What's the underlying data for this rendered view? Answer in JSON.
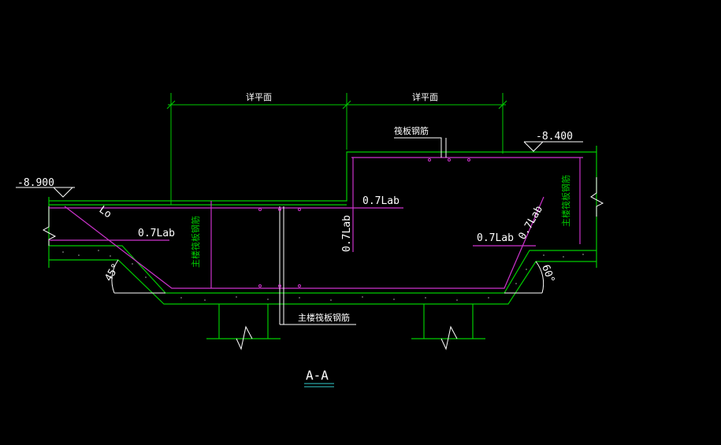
{
  "colors": {
    "background": "#000000",
    "green": "#00cc00",
    "magenta": "#cc33cc",
    "white": "#ffffff",
    "cyan": "#33cccc"
  },
  "dims": {
    "left": "详平面",
    "right": "详平面"
  },
  "elevations": {
    "left": "-8.900",
    "right": "-8.400"
  },
  "labels": {
    "raft_bar": "筏板钢筋",
    "main_raft_bar": "主楼筏板钢筋",
    "main_bar_v1": "主楼筏板钢筋",
    "main_bar_v2": "主楼筏板钢筋",
    "lab_1": "0.7Lab",
    "lab_2": "0.7Lab",
    "lab_3": "0.7Lab",
    "lab_4": "0.7Lab",
    "lab_5": "0.7Lab",
    "lo": "Lo"
  },
  "angles": {
    "left": "45°",
    "right": "60°"
  },
  "section_title": "A-A"
}
